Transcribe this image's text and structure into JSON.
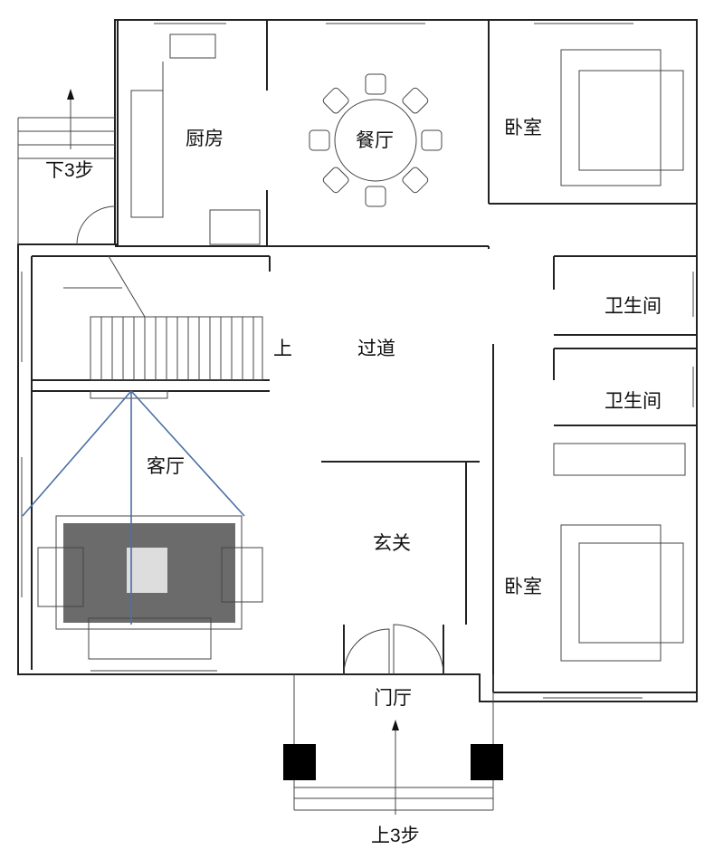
{
  "rooms": {
    "kitchen": "厨房",
    "dining": "餐厅",
    "bedroom_top": "卧室",
    "bathroom_1": "卫生间",
    "bathroom_2": "卫生间",
    "corridor": "过道",
    "living": "客厅",
    "foyer": "玄关",
    "bedroom_bottom": "卧室",
    "entrance_hall": "门厅"
  },
  "annotations": {
    "side_steps_down": "下3步",
    "stair_up": "上",
    "front_steps_up": "上3步"
  },
  "colors": {
    "wall": "#222222",
    "sofa_rug": "#6b6b6b",
    "light_lines": "#4a6fa5",
    "column": "#000000"
  }
}
